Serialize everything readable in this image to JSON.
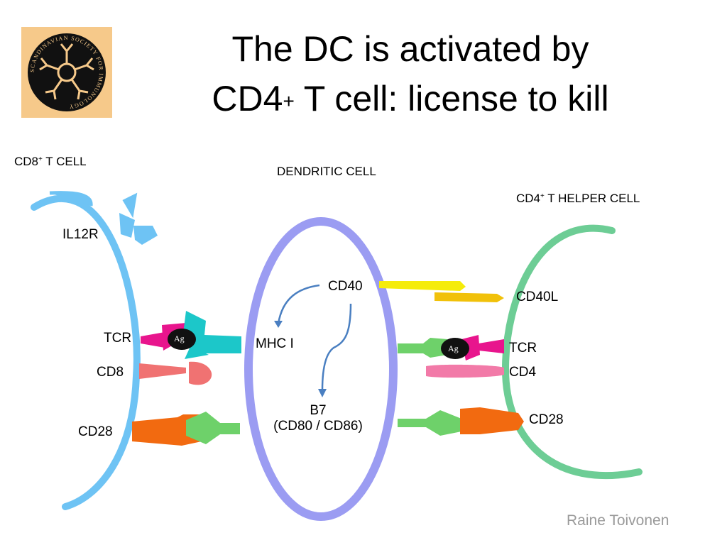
{
  "title": {
    "line1": "The DC is activated by",
    "line2_pre": "CD4",
    "line2_sup": "+",
    "line2_post": " T cell: license to kill"
  },
  "logo": {
    "name": "Scandinavian Society for Immunology",
    "text": "SCANDINAVIAN SOCIETY FOR IMMUNOLOGY",
    "bg_color": "#f6c98a"
  },
  "cells": {
    "cd8": {
      "pre": "CD8",
      "sup": "+",
      "post": " T CELL",
      "color": "#6ec3f4"
    },
    "dendritic": {
      "label": "DENDRITIC CELL",
      "color": "#9b9cf2"
    },
    "cd4": {
      "pre": "CD4",
      "sup": "+",
      "post": " T HELPER CELL",
      "color": "#6dcd95"
    }
  },
  "labels": {
    "il12r": "IL12R",
    "tcr_left": "TCR",
    "cd8": "CD8",
    "cd28_left": "CD28",
    "mhc1": "MHC I",
    "cd40": "CD40",
    "b7": "B7",
    "b7_sub": "(CD80 / CD86)",
    "cd40l": "CD40L",
    "tcr_right": "TCR",
    "cd4": "CD4",
    "cd28_right": "CD28",
    "ag_left": "Ag",
    "ag_right": "Ag"
  },
  "colors": {
    "tcr": "#e8158d",
    "mhc": "#1cc7c9",
    "cd8_mol": "#f07272",
    "cd28": "#f26a10",
    "b7": "#6ed16a",
    "cd40l_a": "#f5ec0a",
    "cd40l_b": "#f1c10a",
    "cd4_mol": "#f27aa8",
    "arrow": "#4a7fc1"
  },
  "credit": "Raine Toivonen"
}
